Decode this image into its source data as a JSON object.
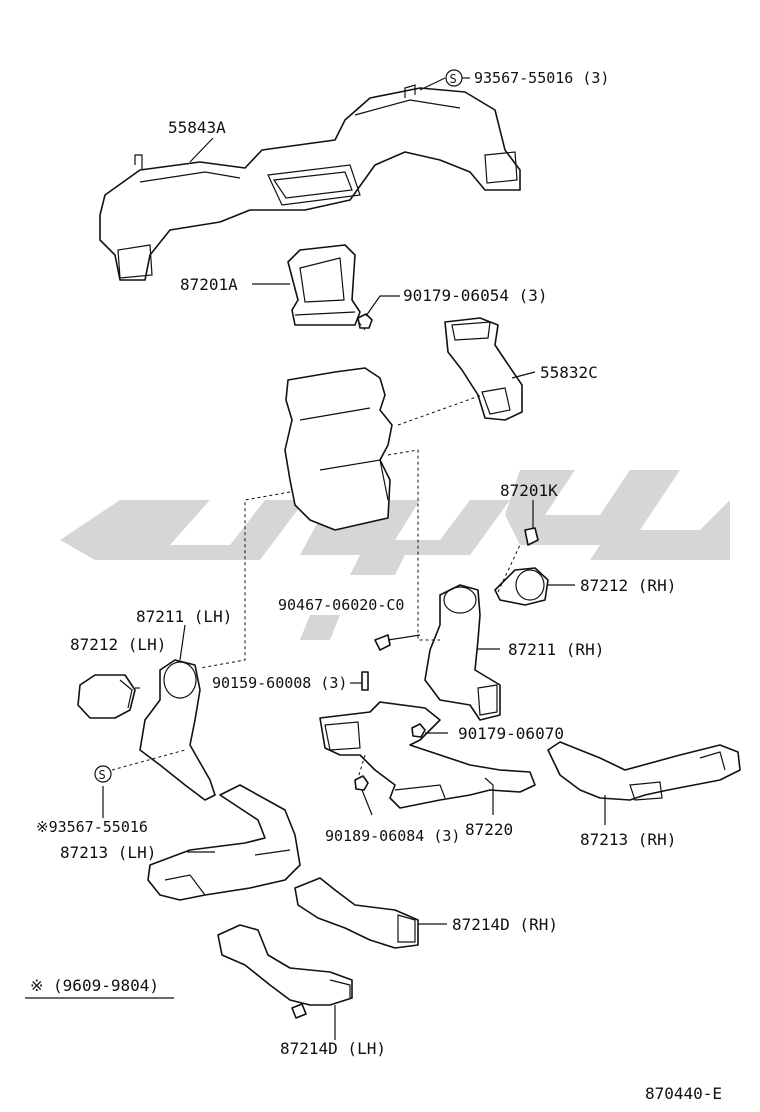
{
  "diagram_id": "870440-E",
  "note": "※  (9609-9804)",
  "watermark": "كيك",
  "colors": {
    "line": "#111111",
    "watermark": "#cfcfcf",
    "background": "#ffffff"
  },
  "labels": {
    "p93567_55016_3": "93567-55016 (3)",
    "p55843A": "55843A",
    "p87201A": "87201A",
    "p90179_06054_3": "90179-06054 (3)",
    "p55832C": "55832C",
    "p87201K": "87201K",
    "p87212_RH": "87212 (RH)",
    "p90467_06020_C0": "90467-06020-C0",
    "p87211_LH": "87211 (LH)",
    "p87211_RH": "87211 (RH)",
    "p87212_LH": "87212 (LH)",
    "p90159_60008_3": "90159-60008 (3)",
    "p90179_06070": "90179-06070",
    "p93567_55016_note": "※93567-55016",
    "p90189_06084_3": "90189-06084 (3)",
    "p87220": "87220",
    "p87213_RH": "87213 (RH)",
    "p87213_LH": "87213 (LH)",
    "p87214D_RH": "87214D (RH)",
    "p87214D_LH": "87214D (LH)"
  }
}
